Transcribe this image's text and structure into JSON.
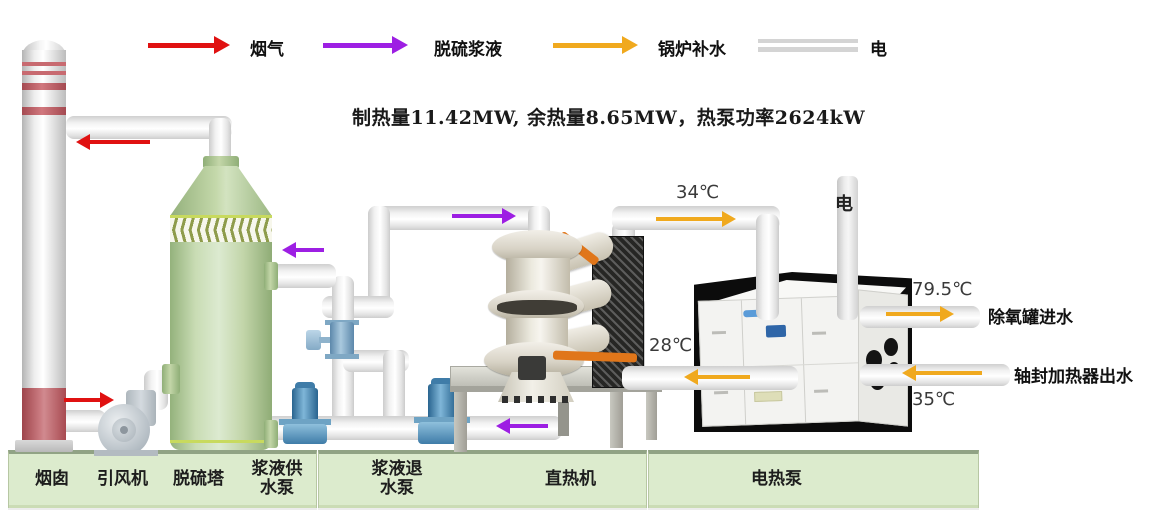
{
  "title": "制热量11.42MW, 余热量8.65MW，热泵功率2624kW",
  "legend": {
    "flue_gas": "烟气",
    "slurry": "脱硫浆液",
    "makeup_water": "锅炉补水",
    "electric": "电"
  },
  "flows": {
    "machine_outlet_temp": "34℃",
    "machine_return_temp": "28℃",
    "deaerator_outlet_temp": "79.5℃",
    "shaft_seal_inlet_temp": "35℃",
    "electric_feed": "电",
    "deaerator_line": "除氧罐进水",
    "shaft_seal_line": "轴封加热器出水"
  },
  "footer": {
    "chimney": "烟囱",
    "fan": "引风机",
    "tower": "脱硫塔",
    "supply_pump": "浆液供水泵",
    "return_pump": "浆液退水泵",
    "direct_heater": "直热机",
    "heat_pump": "电热泵"
  },
  "colors": {
    "flue_gas": "#e01111",
    "slurry": "#9d1fe3",
    "makeup_water": "#f0a91e",
    "electric_line": "#d9d9d9",
    "footer_bg": "#dcebcd",
    "tower_green": "#c9dcb4"
  }
}
